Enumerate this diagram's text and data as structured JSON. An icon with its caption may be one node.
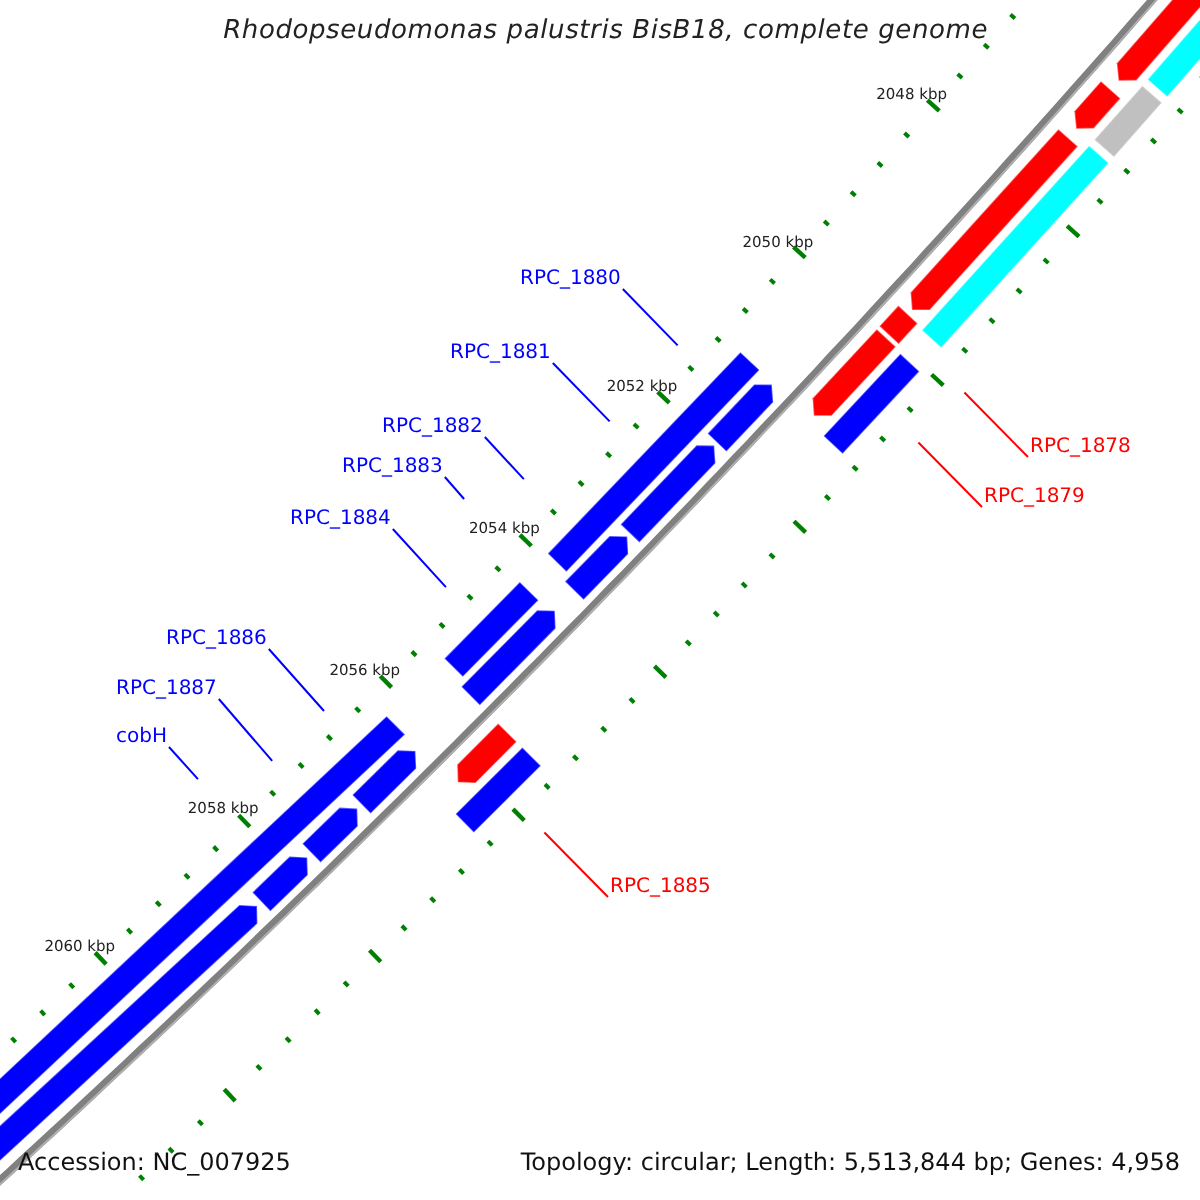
{
  "diagram": {
    "title": "Rhodopseudomonas palustris BisB18, complete genome",
    "nodes": [
      {
        "text": [
          "RPC_1880"
        ]
      },
      {
        "text": [
          "RPC_1881"
        ]
      },
      {
        "text": [
          "RPC_1882"
        ]
      },
      {
        "text": [
          "RPC_1878"
        ]
      },
      {
        "text": [
          "RPC_1883"
        ]
      },
      {
        "text": [
          "RPC_1879"
        ]
      },
      {
        "text": [
          "RPC_1884"
        ]
      },
      {
        "text": [
          "RPC_1886"
        ]
      },
      {
        "text": [
          "RPC_1887"
        ]
      },
      {
        "text": [
          "cobH"
        ]
      },
      {
        "text": [
          "RPC_1885"
        ]
      }
    ],
    "edges": [
      {
        "from": 0,
        "to": null,
        "arrow": "none"
      },
      {
        "from": 1,
        "to": null,
        "arrow": "none"
      },
      {
        "from": 2,
        "to": null,
        "arrow": "none"
      },
      {
        "from": 3,
        "to": null,
        "arrow": "none",
        "color": "#ff0000"
      },
      {
        "from": 4,
        "to": null,
        "arrow": "none"
      },
      {
        "from": 5,
        "to": null,
        "arrow": "none",
        "color": "#ff0000"
      },
      {
        "from": 6,
        "to": null,
        "arrow": "none"
      },
      {
        "from": 7,
        "to": null,
        "arrow": "none"
      },
      {
        "from": 8,
        "to": null,
        "arrow": "none"
      },
      {
        "from": 9,
        "to": null,
        "arrow": "none"
      },
      {
        "from": 10,
        "to": null,
        "arrow": "none",
        "color": "#ff0000"
      }
    ],
    "labels": [
      "2048 kbp",
      "2050 kbp",
      "2052 kbp",
      "2054 kbp",
      "2056 kbp",
      "2058 kbp",
      "2060 kbp",
      "Accession: NC_007925",
      "Topology: circular; Length: 5,513,844 bp; Genes: 4,958"
    ]
  }
}
